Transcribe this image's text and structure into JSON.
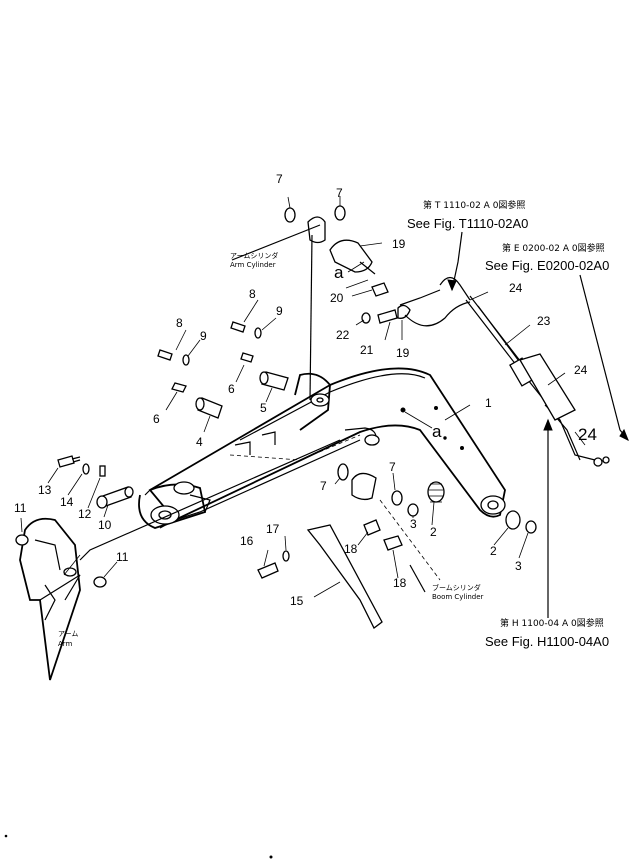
{
  "callouts": {
    "c1": "1",
    "c2a": "2",
    "c2b": "2",
    "c3a": "3",
    "c3b": "3",
    "c4": "4",
    "c5": "5",
    "c6a": "6",
    "c6b": "6",
    "c7a": "7",
    "c7b": "7",
    "c7c": "7",
    "c7d": "7",
    "c8a": "8",
    "c8b": "8",
    "c9a": "9",
    "c9b": "9",
    "c10": "10",
    "c11a": "11",
    "c11b": "11",
    "c12": "12",
    "c13": "13",
    "c14": "14",
    "c15": "15",
    "c16": "16",
    "c17": "17",
    "c18a": "18",
    "c18b": "18",
    "c19a": "19",
    "c19b": "19",
    "c20": "20",
    "c21": "21",
    "c22": "22",
    "c23": "23",
    "c24a": "24",
    "c24b": "24",
    "c24c": "24",
    "ca1": "a",
    "ca2": "a"
  },
  "references": {
    "t1110_jp": "第 T 1110-02 A 0図参照",
    "t1110_en": "See Fig. T1110-02A0",
    "e0200_jp": "第 E 0200-02 A 0図参照",
    "e0200_en": "See Fig. E0200-02A0",
    "h1100_jp": "第 H 1100-04 A 0図参照",
    "h1100_en": "See Fig. H1100-04A0"
  },
  "notes": {
    "arm_cyl_jp": "アームシリンダ",
    "arm_cyl_en": "Arm Cylinder",
    "boom_cyl_jp": "ブームシリンダ",
    "boom_cyl_en": "Boom Cylinder",
    "arm_jp": "アーム",
    "arm_en": "Arm"
  }
}
